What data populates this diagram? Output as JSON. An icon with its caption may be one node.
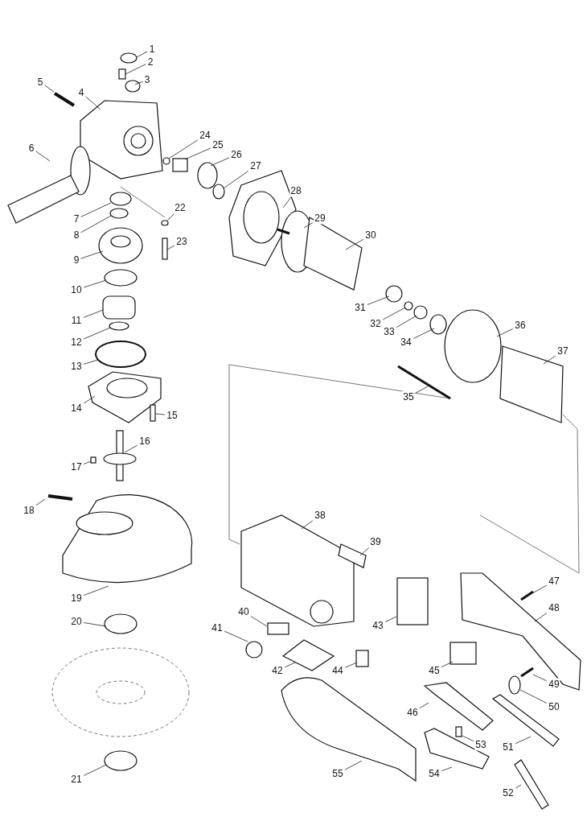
{
  "diagram": {
    "nodes": [
      {
        "text": [
          "1"
        ]
      },
      {
        "text": [
          "2"
        ]
      },
      {
        "text": [
          "3"
        ]
      },
      {
        "text": [
          "4"
        ]
      },
      {
        "text": [
          "5"
        ]
      },
      {
        "text": [
          "6"
        ]
      },
      {
        "text": [
          "7"
        ]
      },
      {
        "text": [
          "8"
        ]
      },
      {
        "text": [
          "9"
        ]
      },
      {
        "text": [
          "10"
        ]
      },
      {
        "text": [
          "11"
        ]
      },
      {
        "text": [
          "12"
        ]
      },
      {
        "text": [
          "13"
        ]
      },
      {
        "text": [
          "14"
        ]
      },
      {
        "text": [
          "15"
        ]
      },
      {
        "text": [
          "16"
        ]
      },
      {
        "text": [
          "17"
        ]
      },
      {
        "text": [
          "18"
        ]
      },
      {
        "text": [
          "19"
        ]
      },
      {
        "text": [
          "20"
        ]
      },
      {
        "text": [
          "21"
        ]
      },
      {
        "text": [
          "22"
        ]
      },
      {
        "text": [
          "23"
        ]
      },
      {
        "text": [
          "24"
        ]
      },
      {
        "text": [
          "25"
        ]
      },
      {
        "text": [
          "26"
        ]
      },
      {
        "text": [
          "27"
        ]
      },
      {
        "text": [
          "28"
        ]
      },
      {
        "text": [
          "29"
        ]
      },
      {
        "text": [
          "30"
        ]
      },
      {
        "text": [
          "31"
        ]
      },
      {
        "text": [
          "32"
        ]
      },
      {
        "text": [
          "33"
        ]
      },
      {
        "text": [
          "34"
        ]
      },
      {
        "text": [
          "35"
        ]
      },
      {
        "text": [
          "36"
        ]
      },
      {
        "text": [
          "37"
        ]
      },
      {
        "text": [
          "38"
        ]
      },
      {
        "text": [
          "39"
        ]
      },
      {
        "text": [
          "40"
        ]
      },
      {
        "text": [
          "41"
        ]
      },
      {
        "text": [
          "42"
        ]
      },
      {
        "text": [
          "43"
        ]
      },
      {
        "text": [
          "44"
        ]
      },
      {
        "text": [
          "45"
        ]
      },
      {
        "text": [
          "46"
        ]
      },
      {
        "text": [
          "47"
        ]
      },
      {
        "text": [
          "48"
        ]
      },
      {
        "text": [
          "49"
        ]
      },
      {
        "text": [
          "50"
        ]
      },
      {
        "text": [
          "51"
        ]
      },
      {
        "text": [
          "52"
        ]
      },
      {
        "text": [
          "53"
        ]
      },
      {
        "text": [
          "54"
        ]
      },
      {
        "text": [
          "55"
        ]
      }
    ],
    "edges": [
      {
        "from": 0,
        "to": null,
        "arrow": "none"
      },
      {
        "from": 1,
        "to": null,
        "arrow": "none"
      },
      {
        "from": 2,
        "to": null,
        "arrow": "none"
      },
      {
        "from": 3,
        "to": null,
        "arrow": "none"
      },
      {
        "from": 4,
        "to": null,
        "arrow": "none"
      },
      {
        "from": 5,
        "to": null,
        "arrow": "none"
      },
      {
        "from": 6,
        "to": null,
        "arrow": "none"
      },
      {
        "from": 7,
        "to": null,
        "arrow": "none"
      },
      {
        "from": 8,
        "to": null,
        "arrow": "none"
      },
      {
        "from": 9,
        "to": null,
        "arrow": "none"
      },
      {
        "from": 10,
        "to": null,
        "arrow": "none"
      },
      {
        "from": 11,
        "to": null,
        "arrow": "none"
      },
      {
        "from": 12,
        "to": null,
        "arrow": "none"
      },
      {
        "from": 13,
        "to": null,
        "arrow": "none"
      },
      {
        "from": 14,
        "to": null,
        "arrow": "none"
      },
      {
        "from": 15,
        "to": null,
        "arrow": "none"
      },
      {
        "from": 16,
        "to": null,
        "arrow": "none"
      },
      {
        "from": 17,
        "to": null,
        "arrow": "none"
      },
      {
        "from": 18,
        "to": null,
        "arrow": "none"
      },
      {
        "from": 19,
        "to": null,
        "arrow": "none"
      },
      {
        "from": 20,
        "to": null,
        "arrow": "none"
      },
      {
        "from": 21,
        "to": null,
        "arrow": "none"
      },
      {
        "from": 22,
        "to": null,
        "arrow": "none"
      },
      {
        "from": 23,
        "to": null,
        "arrow": "none"
      },
      {
        "from": 24,
        "to": null,
        "arrow": "none"
      },
      {
        "from": 25,
        "to": null,
        "arrow": "none"
      },
      {
        "from": 26,
        "to": null,
        "arrow": "none"
      },
      {
        "from": 27,
        "to": null,
        "arrow": "none"
      },
      {
        "from": 28,
        "to": null,
        "arrow": "none"
      },
      {
        "from": 29,
        "to": null,
        "arrow": "none"
      },
      {
        "from": 30,
        "to": null,
        "arrow": "none"
      },
      {
        "from": 31,
        "to": null,
        "arrow": "none"
      },
      {
        "from": 32,
        "to": null,
        "arrow": "none"
      },
      {
        "from": 33,
        "to": null,
        "arrow": "none"
      },
      {
        "from": 34,
        "to": null,
        "arrow": "none"
      },
      {
        "from": 35,
        "to": null,
        "arrow": "none"
      },
      {
        "from": 36,
        "to": null,
        "arrow": "none"
      },
      {
        "from": 37,
        "to": null,
        "arrow": "none"
      },
      {
        "from": 38,
        "to": null,
        "arrow": "none"
      },
      {
        "from": 39,
        "to": null,
        "arrow": "none"
      },
      {
        "from": 40,
        "to": null,
        "arrow": "none"
      },
      {
        "from": 41,
        "to": null,
        "arrow": "none"
      },
      {
        "from": 42,
        "to": null,
        "arrow": "none"
      },
      {
        "from": 43,
        "to": null,
        "arrow": "none"
      },
      {
        "from": 44,
        "to": null,
        "arrow": "none"
      },
      {
        "from": 45,
        "to": null,
        "arrow": "none"
      },
      {
        "from": 46,
        "to": null,
        "arrow": "none"
      },
      {
        "from": 47,
        "to": null,
        "arrow": "none"
      },
      {
        "from": 48,
        "to": null,
        "arrow": "none"
      },
      {
        "from": 49,
        "to": null,
        "arrow": "none"
      },
      {
        "from": 50,
        "to": null,
        "arrow": "none"
      },
      {
        "from": 51,
        "to": null,
        "arrow": "none"
      },
      {
        "from": 52,
        "to": null,
        "arrow": "none"
      },
      {
        "from": 53,
        "to": null,
        "arrow": "none"
      },
      {
        "from": 54,
        "to": null,
        "arrow": "none"
      }
    ]
  }
}
